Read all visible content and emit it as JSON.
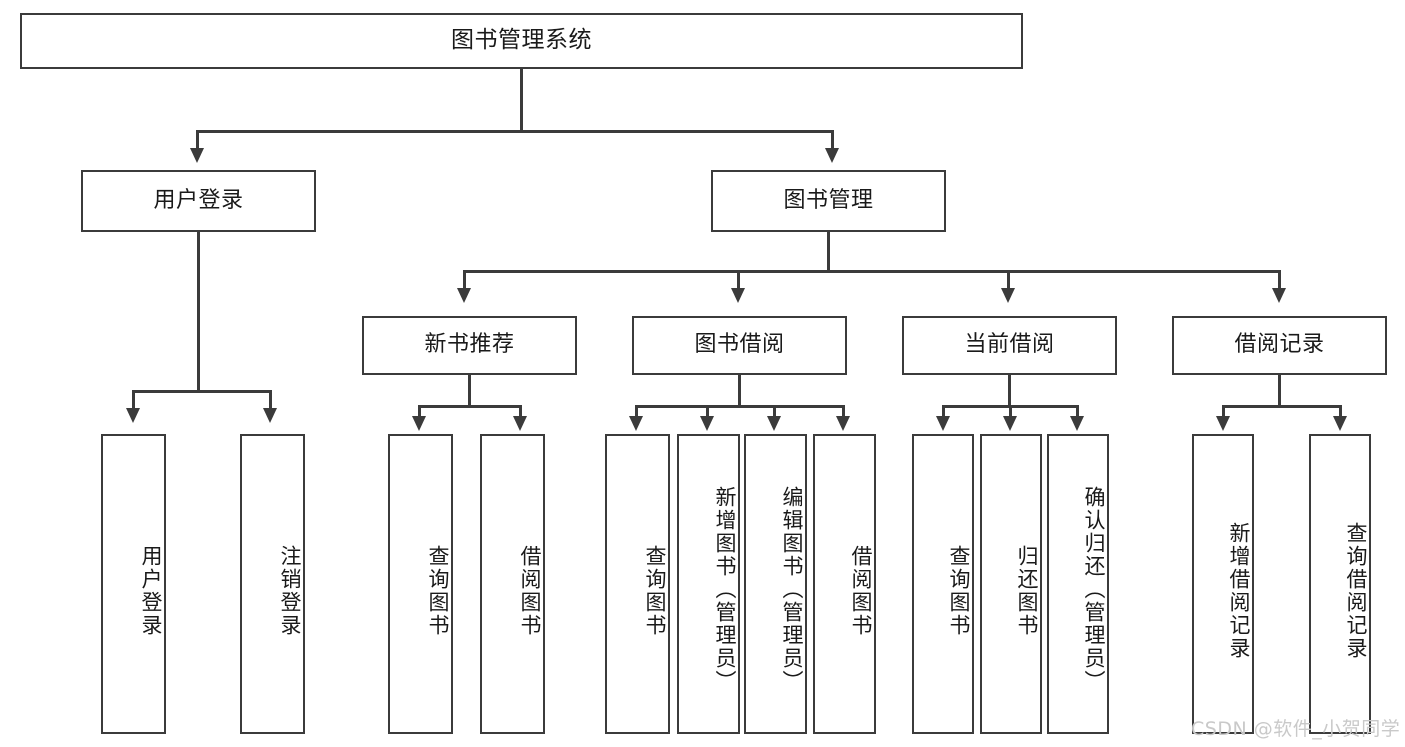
{
  "diagram": {
    "type": "tree-hierarchy-chart",
    "title": "图书管理系统",
    "root": {
      "label": "图书管理系统"
    },
    "level2": [
      {
        "label": "用户登录"
      },
      {
        "label": "图书管理"
      }
    ],
    "level3": [
      {
        "label": "新书推荐"
      },
      {
        "label": "图书借阅"
      },
      {
        "label": "当前借阅"
      },
      {
        "label": "借阅记录"
      }
    ],
    "leaves": {
      "user_login": [
        {
          "label": "用户登录"
        },
        {
          "label": "注销登录"
        }
      ],
      "new_book_recommend": [
        {
          "label": "查询图书"
        },
        {
          "label": "借阅图书"
        }
      ],
      "book_borrow": [
        {
          "label": "查询图书"
        },
        {
          "label": "新增图书（管理员）"
        },
        {
          "label": "编辑图书（管理员）"
        },
        {
          "label": "借阅图书"
        }
      ],
      "current_borrow": [
        {
          "label": "查询图书"
        },
        {
          "label": "归还图书"
        },
        {
          "label": "确认归还（管理员）"
        }
      ],
      "borrow_record": [
        {
          "label": "新增借阅记录"
        },
        {
          "label": "查询借阅记录"
        }
      ]
    }
  },
  "watermark": {
    "text": "CSDN @软件_小贺同学"
  },
  "colors": {
    "border": "#3b3b3b",
    "background": "#ffffff",
    "text": "#1a1a1a",
    "watermark": "#c9c9c9"
  }
}
